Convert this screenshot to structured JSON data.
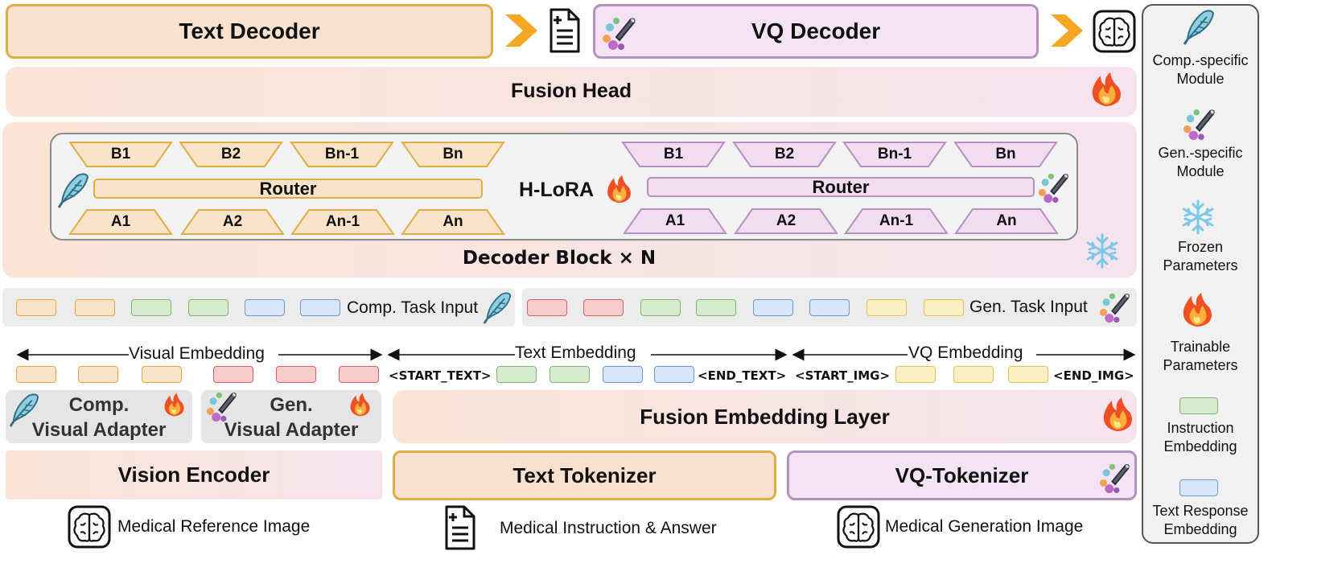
{
  "top": {
    "text_decoder": "Text Decoder",
    "vq_decoder": "VQ Decoder"
  },
  "fusion_head": "Fusion Head",
  "hlora": {
    "label": "H-LoRA",
    "left": {
      "b": [
        "B1",
        "B2",
        "Bn-1",
        "Bn"
      ],
      "router": "Router",
      "a": [
        "A1",
        "A2",
        "An-1",
        "An"
      ]
    },
    "right": {
      "b": [
        "B1",
        "B2",
        "Bn-1",
        "Bn"
      ],
      "router": "Router",
      "a": [
        "A1",
        "A2",
        "An-1",
        "An"
      ]
    }
  },
  "decoder_block": "Decoder Block × N",
  "task_inputs": {
    "comp": "Comp. Task Input",
    "gen": "Gen. Task Input"
  },
  "embeddings": {
    "visual": "Visual Embedding",
    "text": "Text Embedding",
    "vq": "VQ Embedding",
    "start_text": "<START_TEXT>",
    "end_text": "<END_TEXT>",
    "start_img": "<START_IMG>",
    "end_img": "<END_IMG>"
  },
  "adapters": {
    "comp_line1": "Comp.",
    "comp_line2": "Visual Adapter",
    "gen_line1": "Gen.",
    "gen_line2": "Visual Adapter"
  },
  "fusion_embedding_layer": "Fusion Embedding Layer",
  "encoders": {
    "vision": "Vision Encoder",
    "text_tokenizer": "Text Tokenizer",
    "vq_tokenizer": "VQ-Tokenizer"
  },
  "inputs": {
    "reference": "Medical Reference Image",
    "instruction": "Medical Instruction & Answer",
    "generation": "Medical Generation Image"
  },
  "legend": {
    "comp_line1": "Comp.-specific",
    "comp_line2": "Module",
    "gen_line1": "Gen.-specific",
    "gen_line2": "Module",
    "frozen_line1": "Frozen",
    "frozen_line2": "Parameters",
    "train_line1": "Trainable",
    "train_line2": "Parameters",
    "instr_line1": "Instruction",
    "instr_line2": "Embedding",
    "resp_line1": "Text Response",
    "resp_line2": "Embedding"
  },
  "colors": {
    "orange_border": "#e0ae46",
    "purple_border": "#b490c3",
    "instruction_embedding": "#d5eccd",
    "text_response_embedding": "#d6e6fb"
  },
  "icons": [
    "feather-icon",
    "rocket-icon",
    "fire-icon",
    "snowflake-icon",
    "document-icon",
    "brain-icon",
    "chevron-arrow-icon"
  ]
}
